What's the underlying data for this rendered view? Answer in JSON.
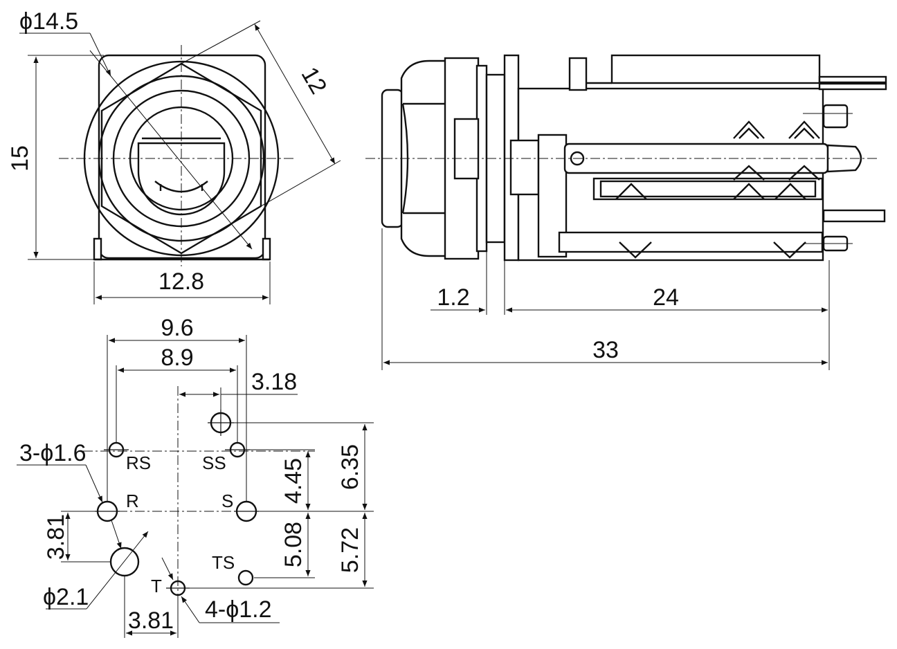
{
  "front_view": {
    "dia_outer": "ϕ14.5",
    "height": "15",
    "width": "12.8",
    "hex_flats": "12"
  },
  "side_view": {
    "flange": "1.2",
    "body_length": "24",
    "total_length": "33"
  },
  "pcb_layout": {
    "dim_9_6": "9.6",
    "dim_8_9": "8.9",
    "dim_3_18": "3.18",
    "dim_6_35": "6.35",
    "dim_4_45": "4.45",
    "dim_5_08": "5.08",
    "dim_5_72": "5.72",
    "dim_3_81_v": "3.81",
    "dim_3_81_h": "3.81",
    "holes_1_6": "3-ϕ1.6",
    "holes_1_2": "4-ϕ1.2",
    "hole_2_1": "ϕ2.1",
    "pins": {
      "rs": "RS",
      "ss": "SS",
      "r": "R",
      "s": "S",
      "ts": "TS",
      "t": "T"
    }
  }
}
